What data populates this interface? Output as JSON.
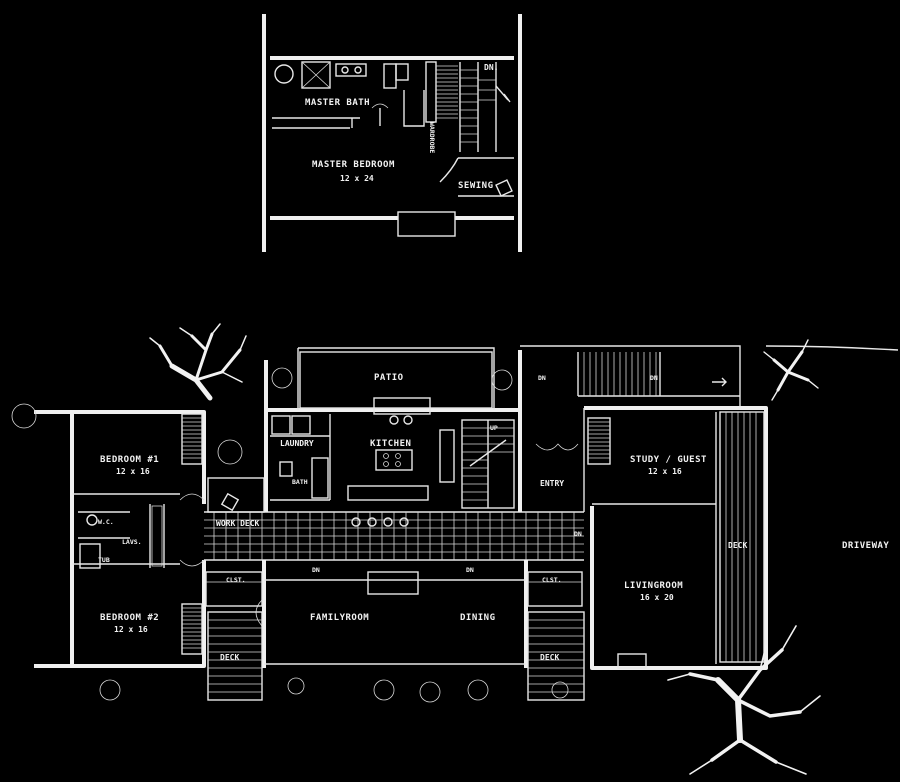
{
  "upper_floor": {
    "master_bath": "MASTER BATH",
    "wardrobe": "WARDROBE",
    "stair_down": "DN.",
    "master_bedroom": "MASTER BEDROOM",
    "master_bedroom_dim": "12 x 24",
    "sewing": "SEWING"
  },
  "main_floor": {
    "patio": "PATIO",
    "bedroom_1": "BEDROOM #1",
    "bedroom_1_dim": "12 x 16",
    "bedroom_2": "BEDROOM #2",
    "bedroom_2_dim": "12 x 16",
    "wc": "W.C.",
    "tub": "TUB",
    "lavs": "LAVS.",
    "laundry": "LAUNDRY",
    "kitchen": "KITCHEN",
    "bath": "BATH",
    "work_deck": "WORK DECK",
    "entry": "ENTRY",
    "study_guest": "STUDY / GUEST",
    "study_guest_dim": "12 x 16",
    "living_room": "LIVINGROOM",
    "living_room_dim": "16 x 20",
    "family_room": "FAMILYROOM",
    "dining": "DINING",
    "clst_left": "CLST.",
    "clst_right": "CLST.",
    "deck_left": "DECK",
    "deck_mid": "DECK",
    "deck_right": "DECK",
    "driveway": "DRIVEWAY",
    "dn_1": "DN",
    "dn_2": "DN",
    "dn_3": "DN",
    "dn_4": "DN",
    "dn_5": "DN",
    "up": "UP"
  },
  "colors": {
    "background": "#000000",
    "linework": "#f0f0f0"
  }
}
